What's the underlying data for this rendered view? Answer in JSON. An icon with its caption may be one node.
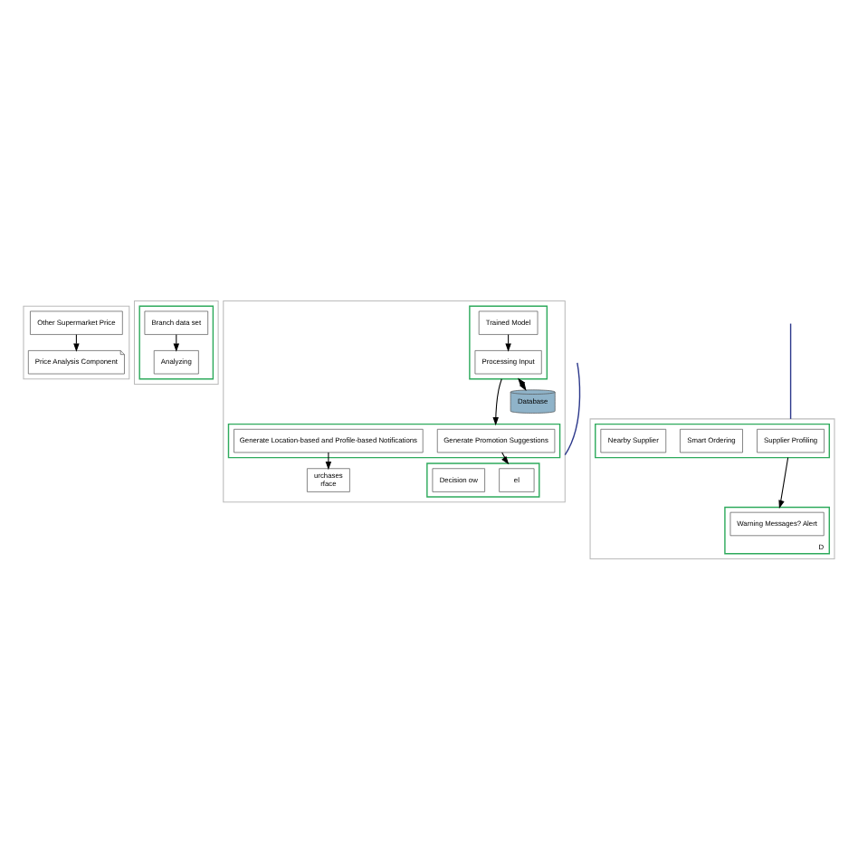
{
  "diagram": {
    "nodes": [
      {
        "text": [],
        "shape": "box"
      },
      {
        "text": [
          "Price Analysis Component"
        ],
        "in": 0
      },
      {
        "text": [
          "Other Supermarket Price"
        ],
        "in": 0
      },
      {
        "text": [],
        "shape": "box"
      },
      {
        "text": [],
        "shape": "box",
        "in": 3
      },
      {
        "text": [
          "Analyzing"
        ],
        "in": 4
      },
      {
        "text": [
          "Branch data set"
        ],
        "in": 4
      },
      {
        "text": [],
        "shape": "box"
      },
      {
        "text": [],
        "shape": "box",
        "in": 7
      },
      {
        "text": [
          "el"
        ],
        "in": 8
      },
      {
        "text": [
          "Decision ow"
        ],
        "in": 8
      },
      {
        "text": [
          "urchases",
          "rface"
        ],
        "in": 7
      },
      {
        "text": [],
        "shape": "box",
        "in": 7
      },
      {
        "text": [
          "Generate Promotion Suggestions"
        ],
        "in": 12
      },
      {
        "text": [
          "Generate Location-based and Profile-based Notifications"
        ],
        "in": 12
      },
      {
        "text": [],
        "shape": "box",
        "in": 7
      },
      {
        "text": [
          "Processing Input"
        ],
        "in": 15
      },
      {
        "text": [
          "Trained Model"
        ],
        "in": 15
      },
      {
        "text": [
          "Database"
        ],
        "in": 7
      },
      {
        "text": [],
        "shape": "box"
      },
      {
        "text": [],
        "shape": "box",
        "in": 19
      },
      {
        "text": [
          "Supplier Profiling"
        ],
        "in": 20
      },
      {
        "text": [
          "Smart Ordering"
        ],
        "in": 20
      },
      {
        "text": [
          "Nearby Supplier"
        ],
        "in": 20
      },
      {
        "text": [
          "D"
        ],
        "in": 19
      },
      {
        "text": [
          "Warning Messages? Alert"
        ],
        "in": 24
      }
    ],
    "edges": [
      {
        "from": 2,
        "to": 1,
        "arrow": "to"
      },
      {
        "from": 6,
        "to": 5,
        "arrow": "to"
      },
      {
        "from": 13,
        "to": 8,
        "arrow": "to"
      },
      {
        "from": 14,
        "to": 11,
        "arrow": "to"
      },
      {
        "from": 15,
        "to": 12,
        "arrow": "to"
      },
      {
        "from": 17,
        "to": 16,
        "arrow": "to"
      },
      {
        "from": 15,
        "to": 18,
        "arrow": "both"
      },
      {
        "from": 20,
        "to": 24,
        "arrow": "to"
      },
      {
        "from": null,
        "to": 7,
        "arrow": "none",
        "color": "#2e3a8c"
      },
      {
        "from": null,
        "to": 19,
        "arrow": "none",
        "color": "#2e3a8c"
      }
    ]
  }
}
